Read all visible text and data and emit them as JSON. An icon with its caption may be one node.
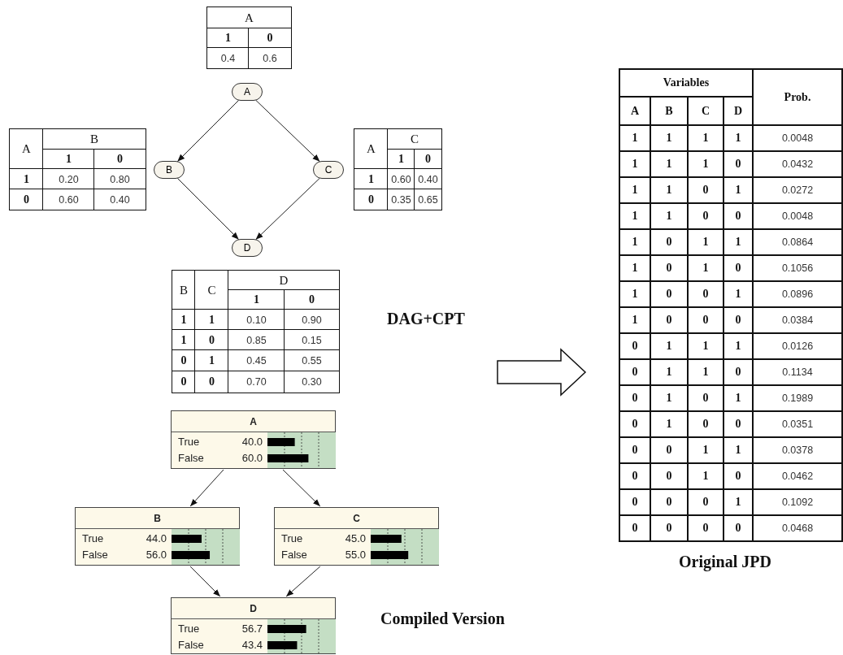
{
  "diagram": {
    "nodes": [
      {
        "text": [
          "A"
        ]
      },
      {
        "text": [
          "B"
        ]
      },
      {
        "text": [
          "C"
        ]
      },
      {
        "text": [
          "D"
        ]
      },
      {
        "text": [
          "A",
          "True",
          "40.0",
          "False",
          "60.0"
        ]
      },
      {
        "text": [
          "B",
          "True",
          "44.0",
          "False",
          "56.0"
        ]
      },
      {
        "text": [
          "C",
          "True",
          "45.0",
          "False",
          "55.0"
        ]
      },
      {
        "text": [
          "D",
          "True",
          "56.7",
          "False",
          "43.4"
        ]
      }
    ],
    "edges": [
      {
        "from": 0,
        "to": 1,
        "arrow": "to"
      },
      {
        "from": 0,
        "to": 2,
        "arrow": "to"
      },
      {
        "from": 1,
        "to": 3,
        "arrow": "to"
      },
      {
        "from": 2,
        "to": 3,
        "arrow": "to"
      },
      {
        "from": 4,
        "to": 5,
        "arrow": "to"
      },
      {
        "from": 4,
        "to": 6,
        "arrow": "to"
      },
      {
        "from": 5,
        "to": 7,
        "arrow": "to"
      },
      {
        "from": 6,
        "to": 7,
        "arrow": "to"
      }
    ],
    "labels": [
      "A",
      "1",
      "0",
      "0.4",
      "0.6",
      "A",
      "B",
      "1",
      "0",
      "1",
      "0.20",
      "0.80",
      "0",
      "0.60",
      "0.40",
      "A",
      "C",
      "1",
      "0",
      "1",
      "0.60",
      "0.40",
      "0",
      "0.35",
      "0.65",
      "B",
      "C",
      "D",
      "1",
      "0",
      "1",
      "1",
      "0.10",
      "0.90",
      "1",
      "0",
      "0.85",
      "0.15",
      "0",
      "1",
      "0.45",
      "0.55",
      "0",
      "0",
      "0.70",
      "0.30",
      "DAG+CPT",
      "Variables",
      "Prob.",
      "A",
      "B",
      "C",
      "D",
      "1",
      "1",
      "1",
      "1",
      "0.0048",
      "1",
      "1",
      "1",
      "0",
      "0.0432",
      "1",
      "1",
      "0",
      "1",
      "0.0272",
      "1",
      "1",
      "0",
      "0",
      "0.0048",
      "1",
      "0",
      "1",
      "1",
      "0.0864",
      "1",
      "0",
      "1",
      "0",
      "0.1056",
      "1",
      "0",
      "0",
      "1",
      "0.0896",
      "1",
      "0",
      "0",
      "0",
      "0.0384",
      "0",
      "1",
      "1",
      "1",
      "0.0126",
      "0",
      "1",
      "1",
      "0",
      "0.1134",
      "0",
      "1",
      "0",
      "1",
      "0.1989",
      "0",
      "1",
      "0",
      "0",
      "0.0351",
      "0",
      "0",
      "1",
      "1",
      "0.0378",
      "0",
      "0",
      "1",
      "0",
      "0.0462",
      "0",
      "0",
      "0",
      "1",
      "0.1092",
      "0",
      "0",
      "0",
      "0",
      "0.0468",
      "Original JPD",
      "Compiled Version"
    ]
  }
}
